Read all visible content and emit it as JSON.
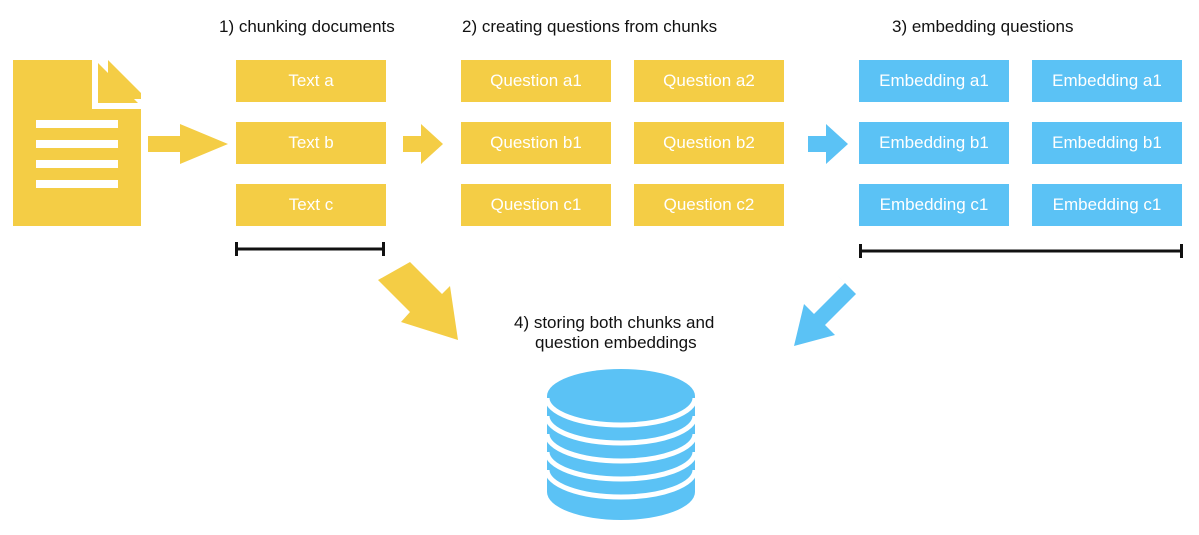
{
  "colors": {
    "yellow": "#f4cd45",
    "blue": "#5bc2f5",
    "line": "#111111"
  },
  "steps": {
    "chunking": "1) chunking documents",
    "questions": "2) creating questions from chunks",
    "embedding": "3) embedding questions",
    "storing_line1": "4) storing both chunks and",
    "storing_line2": "question embeddings"
  },
  "chunks": [
    "Text a",
    "Text b",
    "Text c"
  ],
  "questions": {
    "col1": [
      "Question a1",
      "Question b1",
      "Question c1"
    ],
    "col2": [
      "Question a2",
      "Question b2",
      "Question c2"
    ]
  },
  "embeddings": {
    "col1": [
      "Embedding a1",
      "Embedding b1",
      "Embedding c1"
    ],
    "col2": [
      "Embedding a1",
      "Embedding b1",
      "Embedding c1"
    ]
  },
  "icons": [
    "document-icon",
    "database-icon",
    "arrow-icon",
    "bracket-icon"
  ]
}
